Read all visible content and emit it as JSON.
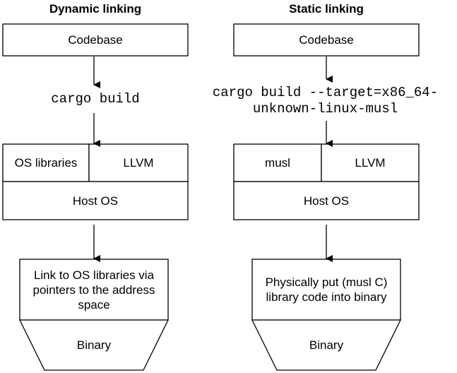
{
  "dynamic": {
    "title": "Dynamic linking",
    "codebase": "Codebase",
    "command": "cargo build",
    "lib_left": "OS libraries",
    "lib_right": "LLVM",
    "host": "Host OS",
    "link_desc": "Link to OS libraries via pointers to the address space",
    "output": "Binary"
  },
  "static": {
    "title": "Static linking",
    "codebase": "Codebase",
    "command": "cargo build --target=x86_64-unknown-linux-musl",
    "lib_left": "musl",
    "lib_right": "LLVM",
    "host": "Host OS",
    "link_desc": "Physically put (musl C) library code into binary",
    "output": "Binary"
  }
}
